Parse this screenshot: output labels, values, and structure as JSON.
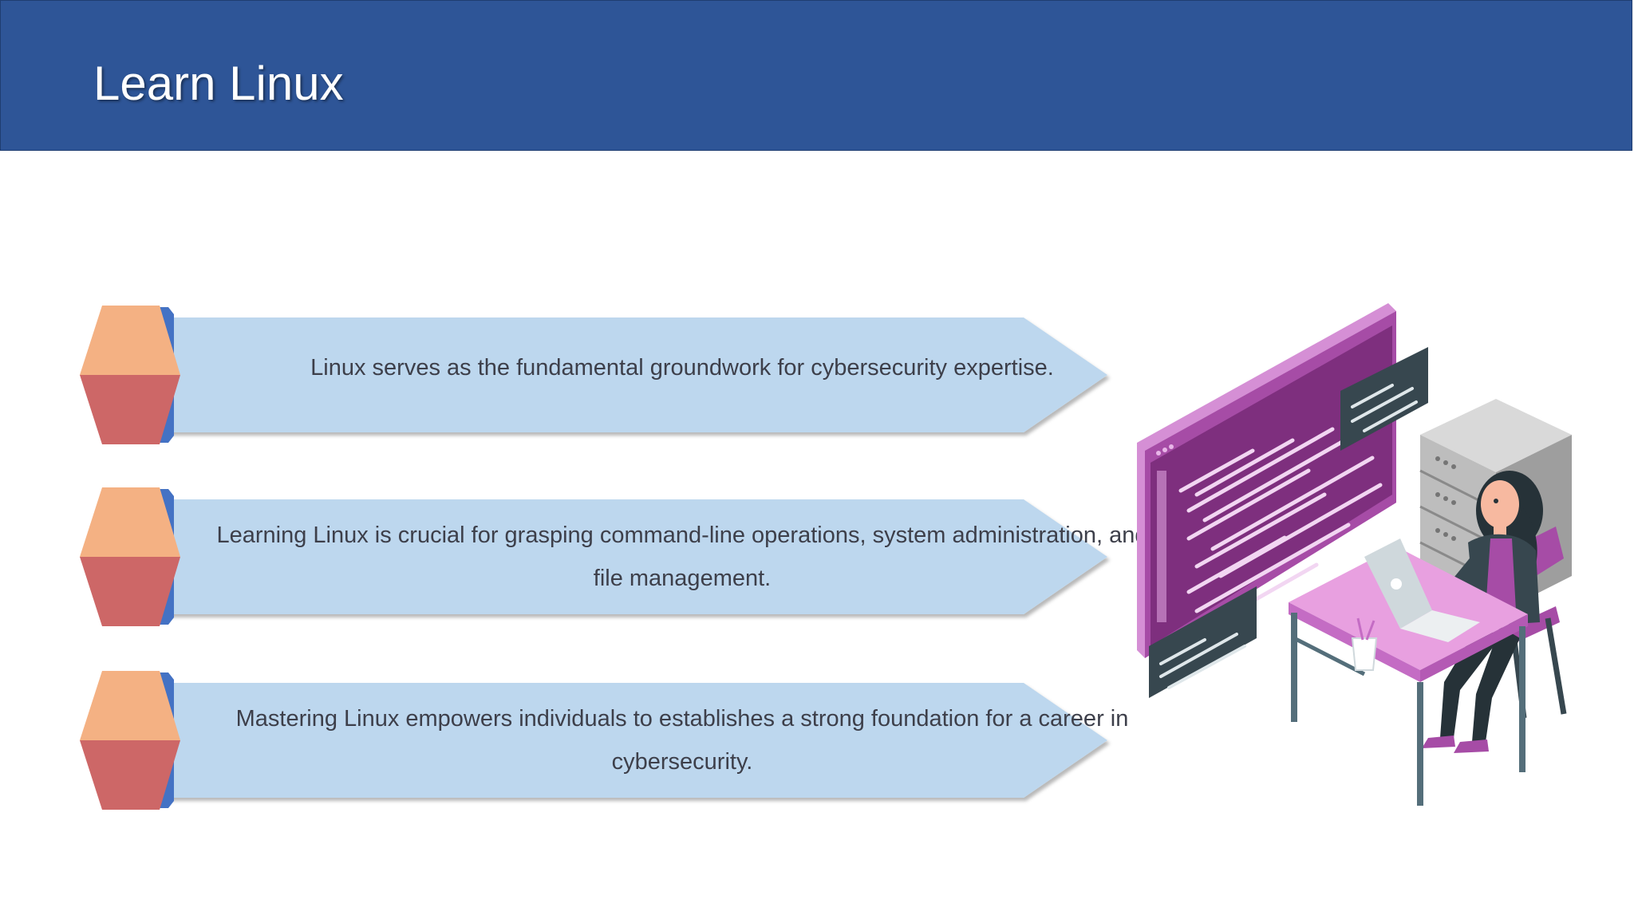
{
  "slide": {
    "title": "Learn Linux"
  },
  "points": [
    {
      "text": "Linux serves as the fundamental groundwork for cybersecurity expertise."
    },
    {
      "text": "Learning Linux is crucial for grasping command-line operations, system administration, and file management."
    },
    {
      "text": "Mastering Linux empowers individuals to establishes a strong foundation for a career in cybersecurity."
    }
  ],
  "colors": {
    "header": "#2e5597",
    "arrow_fill": "#bdd7ee",
    "hex_top": "#f4b183",
    "hex_bottom": "#cd6767",
    "accent_blue": "#4472c4",
    "monitor_purple": "#a64ca6",
    "desk_pink": "#e8a0e0"
  },
  "illustration": {
    "icon": "woman-coding-at-desk-illustration"
  }
}
